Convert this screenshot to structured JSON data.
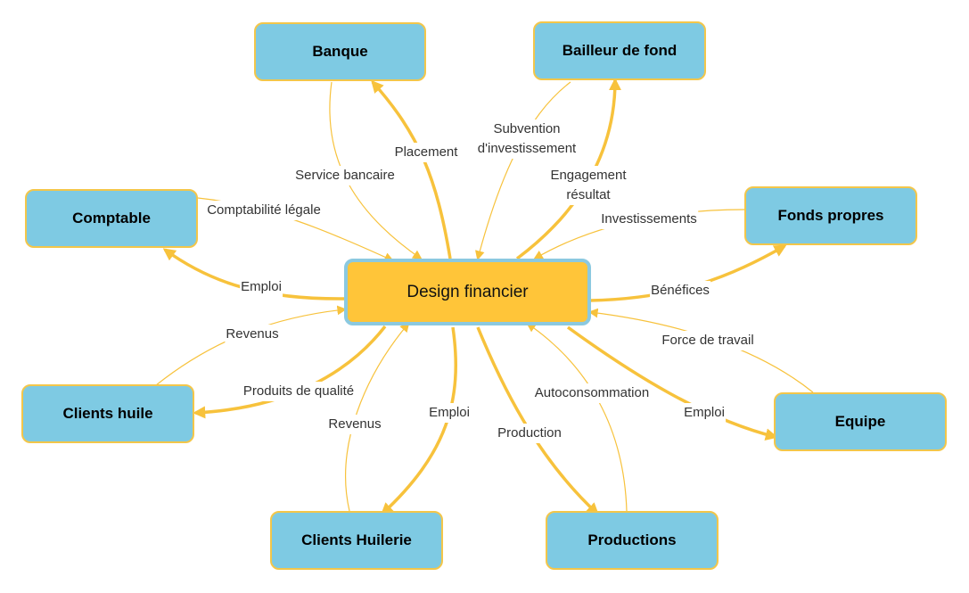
{
  "colors": {
    "node_fill": "#7ecae3",
    "node_border": "#f3c64a",
    "center_fill": "#ffc539",
    "center_border": "#8bc9e0",
    "arrow": "#f7c23c",
    "label_text": "#333333"
  },
  "center": {
    "label": "Design financier"
  },
  "nodes": {
    "banque": "Banque",
    "bailleur": "Bailleur de fond",
    "comptable": "Comptable",
    "fonds": "Fonds propres",
    "clients_huile": "Clients huile",
    "equipe": "Equipe",
    "clients_huilerie": "Clients Huilerie",
    "productions": "Productions"
  },
  "edges": [
    {
      "id": "service-bancaire",
      "label": "Service bancaire",
      "from": "banque",
      "to": "center",
      "style": "thin"
    },
    {
      "id": "placement",
      "label": "Placement",
      "from": "center",
      "to": "banque",
      "style": "thick"
    },
    {
      "id": "subvention",
      "label": "Subvention\nd'investissement",
      "from": "bailleur",
      "to": "center",
      "style": "thin"
    },
    {
      "id": "engagement",
      "label": "Engagement\nrésultat",
      "from": "center",
      "to": "bailleur",
      "style": "thick"
    },
    {
      "id": "comptabilite",
      "label": "Comptabilité légale",
      "from": "comptable",
      "to": "center",
      "style": "thin"
    },
    {
      "id": "emploi-comptable",
      "label": "Emploi",
      "from": "center",
      "to": "comptable",
      "style": "thick"
    },
    {
      "id": "investissements",
      "label": "Investissements",
      "from": "fonds",
      "to": "center",
      "style": "thin"
    },
    {
      "id": "benefices",
      "label": "Bénéfices",
      "from": "center",
      "to": "fonds",
      "style": "thick"
    },
    {
      "id": "revenus-huile",
      "label": "Revenus",
      "from": "clients_huile",
      "to": "center",
      "style": "thin"
    },
    {
      "id": "produits-qualite",
      "label": "Produits de qualité",
      "from": "center",
      "to": "clients_huile",
      "style": "thick"
    },
    {
      "id": "force-travail",
      "label": "Force de travail",
      "from": "equipe",
      "to": "center",
      "style": "thin"
    },
    {
      "id": "emploi-equipe",
      "label": "Emploi",
      "from": "center",
      "to": "equipe",
      "style": "thick"
    },
    {
      "id": "revenus-huilerie",
      "label": "Revenus",
      "from": "clients_huilerie",
      "to": "center",
      "style": "thin"
    },
    {
      "id": "emploi-huilerie",
      "label": "Emploi",
      "from": "center",
      "to": "clients_huilerie",
      "style": "thick"
    },
    {
      "id": "autoconsommation",
      "label": "Autoconsommation",
      "from": "productions",
      "to": "center",
      "style": "thin"
    },
    {
      "id": "production",
      "label": "Production",
      "from": "center",
      "to": "productions",
      "style": "thick"
    }
  ]
}
